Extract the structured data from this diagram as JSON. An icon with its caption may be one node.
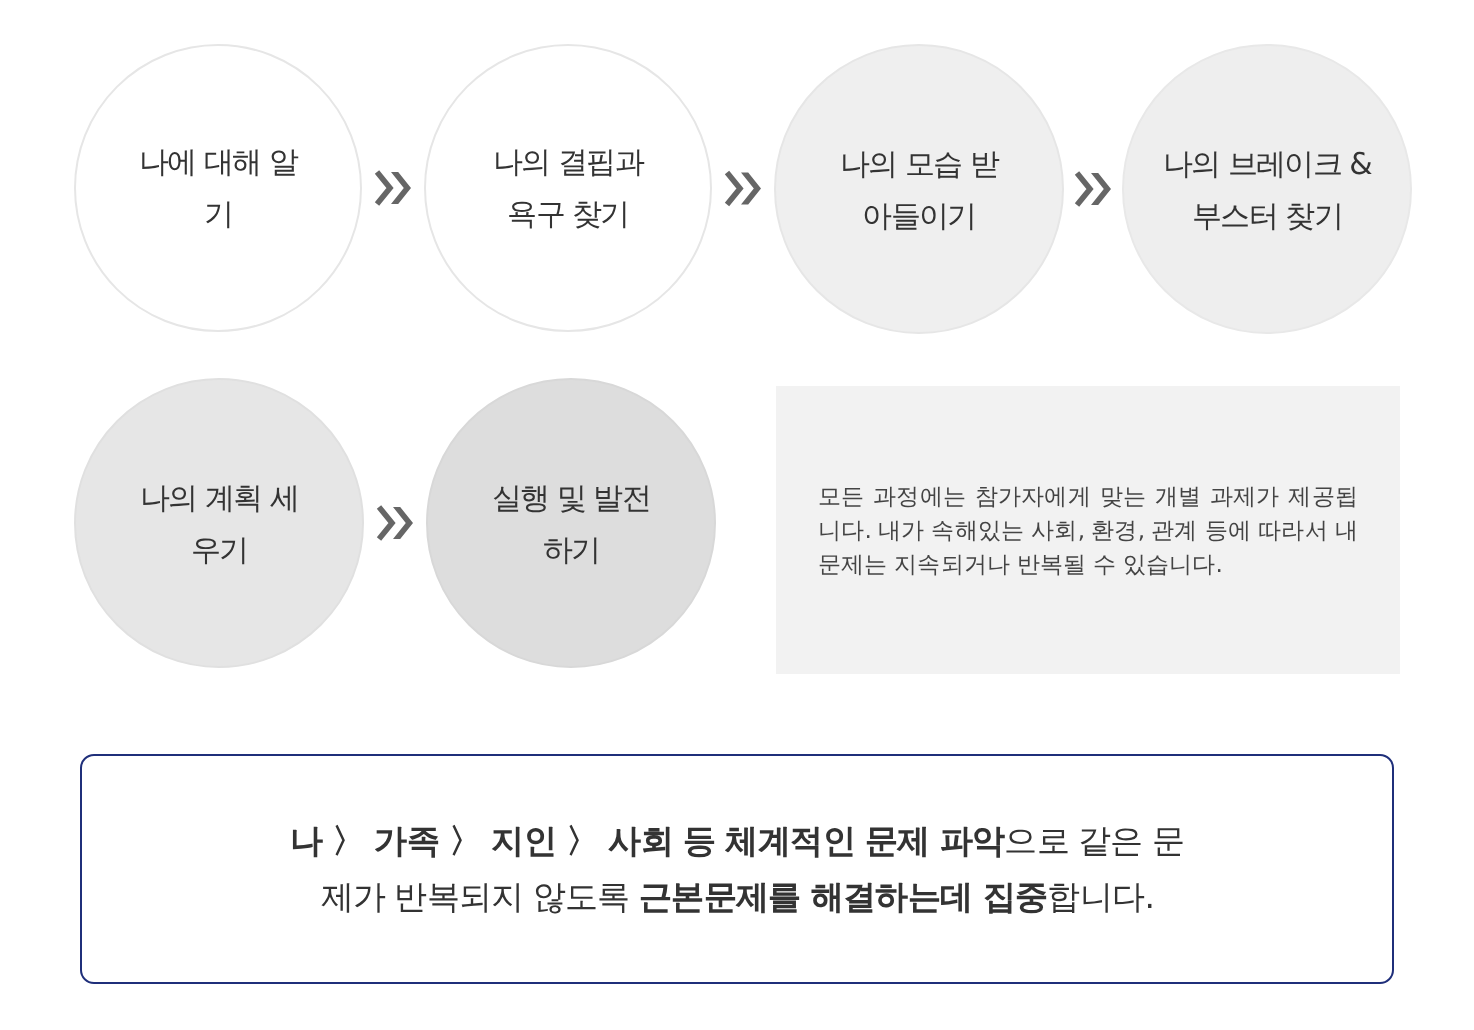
{
  "diagram": {
    "nodes": [
      {
        "text": [
          "나에 대해 알기"
        ]
      },
      {
        "text": [
          "나의 결핍과 욕구 찾기"
        ]
      },
      {
        "text": [
          "나의 모습 받아들이기"
        ]
      },
      {
        "text": [
          "나의 브레이크 & 부스터 찾기"
        ]
      },
      {
        "text": [
          "나의 계획 세우기"
        ]
      },
      {
        "text": [
          "실행 및 발전하기"
        ]
      },
      {
        "text": [
          "모든 과정에는 참가자에게 맞는 개별 과제가 제공됩니다. 내가 속해있는 사회, 환경, 관계 등에 따라서 내 문제는 지속되거나 반복될 수 있습니다."
        ]
      },
      {
        "text": [
          "**나 〉 가족 〉 지인 〉 사회 등 체계적인 문제 파악**으로 같은 문제가 반복되지 않도록 **근본문제를 해결하는데 집중**합니다."
        ]
      }
    ],
    "edges": [
      {
        "from": 0,
        "to": 1,
        "arrow": "to"
      },
      {
        "from": 1,
        "to": 2,
        "arrow": "to"
      },
      {
        "from": 2,
        "to": 3,
        "arrow": "to"
      },
      {
        "from": 4,
        "to": 5,
        "arrow": "to"
      }
    ]
  }
}
